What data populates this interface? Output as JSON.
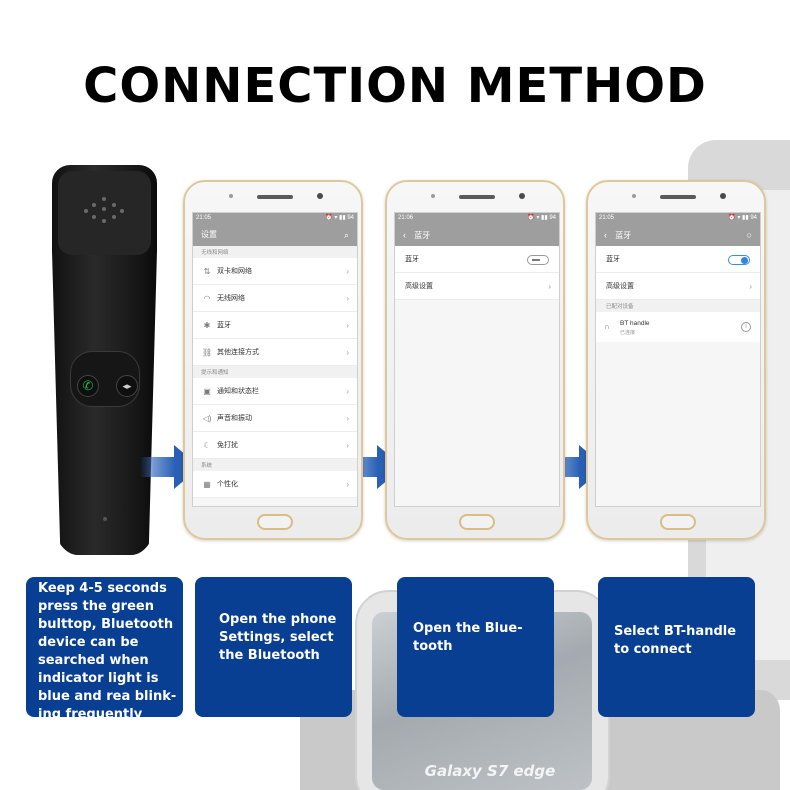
{
  "title": "CONNECTION METHOD",
  "background": {
    "device_label": "Galaxy S7 edge"
  },
  "phones": [
    {
      "status_time": "21:05",
      "status_icons": "⏰ ▾ ▮▮ 94",
      "header": "设置",
      "header_icon": "search-icon",
      "sections": [
        {
          "label": "无线和网络",
          "rows": [
            {
              "icon": "⇅",
              "label": "双卡和网络"
            },
            {
              "icon": "◠",
              "label": "无线网络"
            },
            {
              "icon": "✱",
              "label": "蓝牙"
            },
            {
              "icon": "⛓",
              "label": "其他连接方式"
            }
          ]
        },
        {
          "label": "提示和通知",
          "rows": [
            {
              "icon": "▣",
              "label": "通知和状态栏"
            },
            {
              "icon": "◁)",
              "label": "声音和振动"
            },
            {
              "icon": "☾",
              "label": "免打扰"
            }
          ]
        },
        {
          "label": "系统",
          "rows": [
            {
              "icon": "▦",
              "label": "个性化"
            }
          ]
        }
      ]
    },
    {
      "status_time": "21:06",
      "status_icons": "⏰ ▾ ▮▮ 94",
      "header": "蓝牙",
      "bluetooth_label": "蓝牙",
      "bluetooth_on": false,
      "advanced_label": "高级设置"
    },
    {
      "status_time": "21:05",
      "status_icons": "⏰ ▾ ▮▮ 94",
      "header": "蓝牙",
      "bluetooth_label": "蓝牙",
      "bluetooth_on": true,
      "advanced_label": "高级设置",
      "paired_section": "已配对设备",
      "device_name": "BT handle",
      "device_status": "已连接"
    }
  ],
  "captions": [
    {
      "lines": [
        "Keep 4-5 seconds",
        "press the green",
        "bulttop, Bluetooth",
        "device can be",
        "searched when",
        "indicator light is",
        "blue and rea blink-",
        "ing frequently"
      ]
    },
    {
      "lines": [
        "Open the phone",
        "Settings, select",
        "the Bluetooth"
      ]
    },
    {
      "lines": [
        "Open the Blue-",
        "tooth"
      ]
    },
    {
      "lines": [
        "Select BT-handle",
        "to connect"
      ]
    }
  ],
  "colors": {
    "caption_bg": "#093f92",
    "arrow": "#2a5fb6",
    "toggle_on": "#2f86e0",
    "handle_green": "#1ab14a"
  }
}
